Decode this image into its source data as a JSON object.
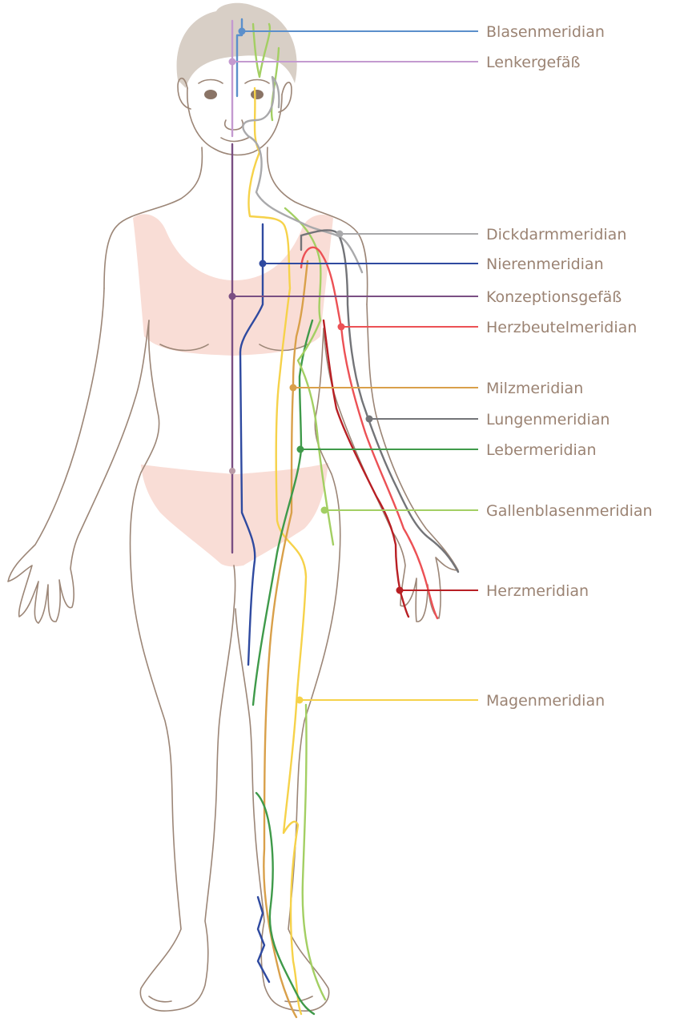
{
  "meridians": [
    {
      "label": "Blasenmeridian",
      "color": "#5b8fcb"
    },
    {
      "label": "Lenkergefäß",
      "color": "#c49ad0"
    },
    {
      "label": "Dickdarmmeridian",
      "color": "#a9a9ab"
    },
    {
      "label": "Nierenmeridian",
      "color": "#2f4aa0"
    },
    {
      "label": "Konzeptionsgefäß",
      "color": "#7a4f83"
    },
    {
      "label": "Herzbeutelmeridian",
      "color": "#ec5155"
    },
    {
      "label": "Milzmeridian",
      "color": "#d9a04a"
    },
    {
      "label": "Lungenmeridian",
      "color": "#737478"
    },
    {
      "label": "Lebermeridian",
      "color": "#3f9a4a"
    },
    {
      "label": "Gallenblasenmeridian",
      "color": "#a3cf63"
    },
    {
      "label": "Herzmeridian",
      "color": "#b81f24"
    },
    {
      "label": "Magenmeridian",
      "color": "#f6d24a"
    }
  ],
  "colors": {
    "outline": "#9c8677",
    "hair": "#d8cfc6",
    "underwear": "#f9ddd6",
    "label_text": "#9b8373"
  }
}
